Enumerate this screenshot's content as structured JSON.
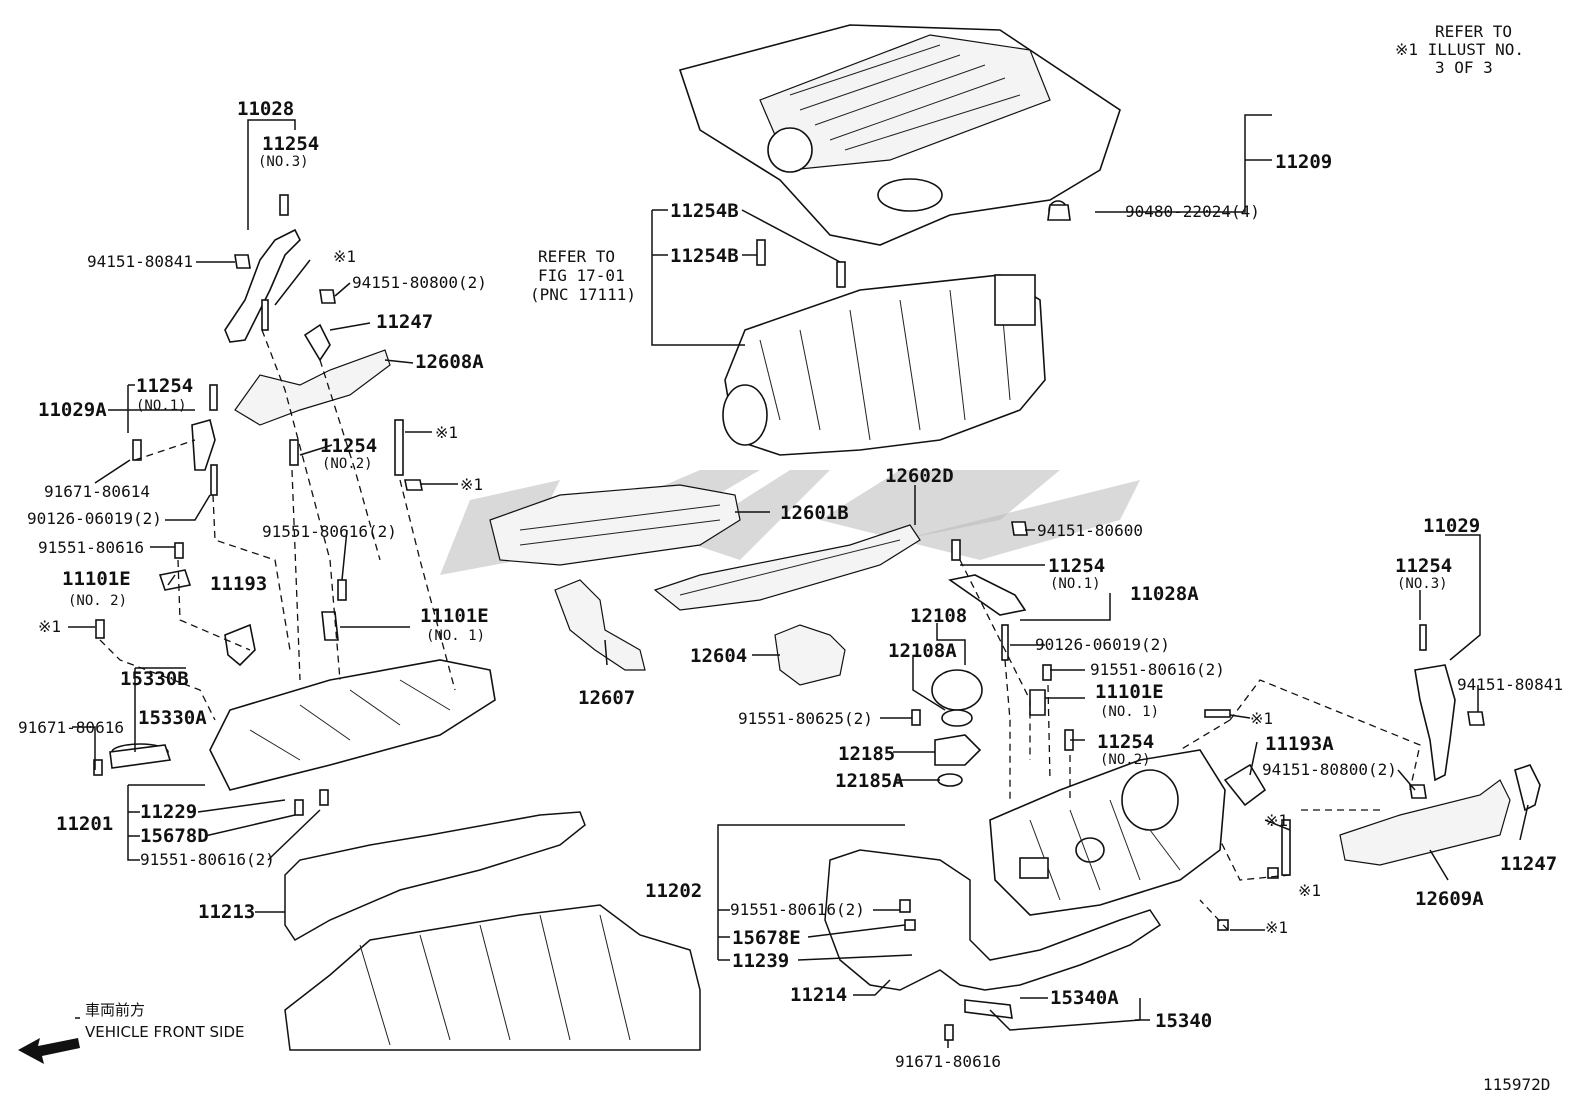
{
  "labels": {
    "p11028": "11028",
    "p11254_a": "11254",
    "no3_a": "(NO.3)",
    "p94151_80841_l": "94151-80841",
    "x1_a": "※1",
    "p94151_80800_a": "94151-80800(2)",
    "p11247_a": "11247",
    "p12608A": "12608A",
    "p11254_b": "11254",
    "no1_b": "(NO.1)",
    "p11029A": "11029A",
    "p91671_80614": "91671-80614",
    "p90126_06019_a": "90126-06019(2)",
    "p91551_80616_a": "91551-80616",
    "p11101E_a": "11101E",
    "no2_a": "(NO. 2)",
    "p11193": "11193",
    "x1_b": "※1",
    "p15330B": "15330B",
    "p15330A": "15330A",
    "p91671_80616_a": "91671-80616",
    "p11201": "11201",
    "p11229": "11229",
    "p15678D": "15678D",
    "p91551_80616_b": "91551-80616(2)",
    "p11213": "11213",
    "p11254_c": "11254",
    "no2_c": "(NO.2)",
    "x1_c": "※1",
    "x1_d": "※1",
    "p91551_80616_c": "91551-80616(2)",
    "p11101E_b": "11101E",
    "no1_b2": "(NO. 1)",
    "p11209": "11209",
    "p90480": "90480-22024(4)",
    "p11254B_a": "11254B",
    "p11254B_b": "11254B",
    "refer_fig_1": "REFER TO",
    "refer_fig_2": "FIG 17-01",
    "refer_fig_3": "(PNC 17111)",
    "p12601B": "12601B",
    "p12602D": "12602D",
    "p12607": "12607",
    "p12604": "12604",
    "p94151_80600": "94151-80600",
    "p11254_d": "11254",
    "no1_d": "(NO.1)",
    "p11028A": "11028A",
    "p12108": "12108",
    "p12108A": "12108A",
    "p90126_06019_b": "90126-06019(2)",
    "p91551_80616_d": "91551-80616(2)",
    "p11101E_c": "11101E",
    "no1_c": "(NO. 1)",
    "p91551_80625": "91551-80625(2)",
    "p11254_e": "11254",
    "no2_e": "(NO.2)",
    "p12185": "12185",
    "p12185A": "12185A",
    "x1_e": "※1",
    "p11193A": "11193A",
    "p11029": "11029",
    "p11254_f": "11254",
    "no3_f": "(NO.3)",
    "p94151_80841_r": "94151-80841",
    "p94151_80800_b": "94151-80800(2)",
    "x1_f": "※1",
    "x1_g": "※1",
    "p11247_b": "11247",
    "p12609A": "12609A",
    "p11202": "11202",
    "p91551_80616_e": "91551-80616(2)",
    "p15678E": "15678E",
    "p11239": "11239",
    "x1_h": "※1",
    "p11214": "11214",
    "p15340A": "15340A",
    "p15340": "15340",
    "p91671_80616_b": "91671-80616",
    "refer_top_1": "REFER TO",
    "refer_top_2": "※1  ILLUST NO.",
    "refer_top_3": "3 OF 3",
    "front_jp": "車両前方",
    "front_en": "VEHICLE FRONT SIDE",
    "fig_id": "115972D"
  },
  "watermark": {
    "color": "#b9b9b9"
  }
}
